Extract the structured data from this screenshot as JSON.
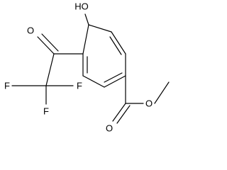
{
  "molecule": {
    "atoms": {
      "hydroxyl": "HO",
      "ketone_oxygen": "O",
      "fluorine_1": "F",
      "fluorine_2": "F",
      "fluorine_3": "F",
      "ester_oxygen_ring_side": "O",
      "ester_oxygen_methyl_side": "O"
    },
    "colors": {
      "bond": "#000000",
      "label": "#000000",
      "background": "#ffffff"
    }
  }
}
